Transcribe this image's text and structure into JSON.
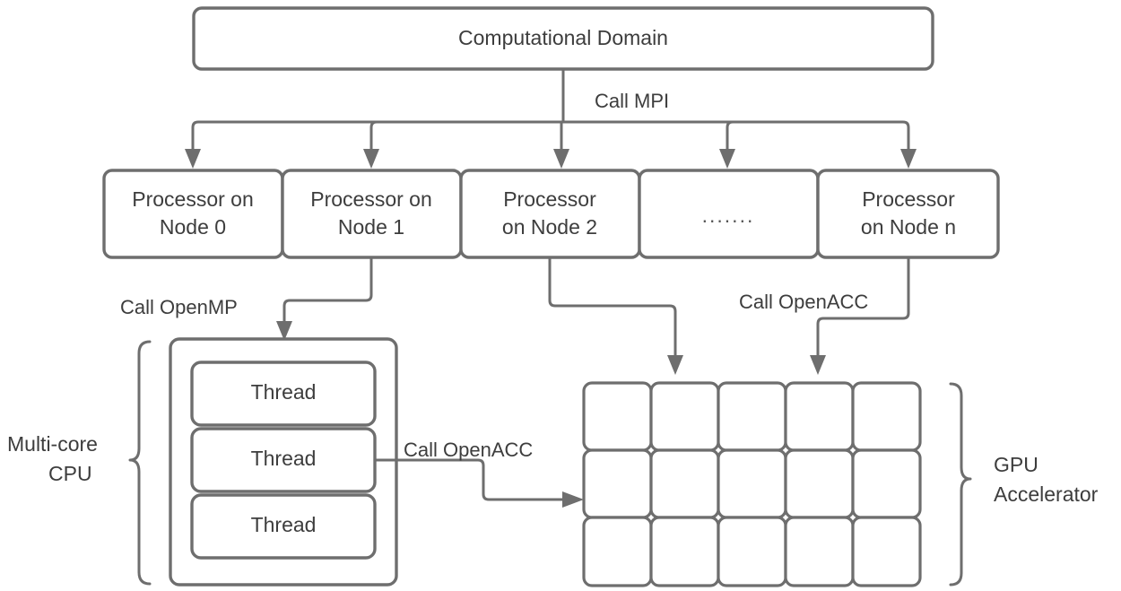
{
  "diagram": {
    "title_node": {
      "label": "Computational Domain"
    },
    "mpi_edge": {
      "label": "Call MPI"
    },
    "openmp_edge": {
      "label": "Call OpenMP"
    },
    "openacc_node_edge": {
      "label": "Call OpenACC"
    },
    "openacc_cpu_edge": {
      "label": "Call OpenACC"
    },
    "processors": [
      {
        "line1": "Processor on",
        "line2": "Node 0"
      },
      {
        "line1": "Processor on",
        "line2": "Node  1"
      },
      {
        "line1": "Processor",
        "line2": "on Node 2"
      },
      {
        "line1": "",
        "line2": "......."
      },
      {
        "line1": "Processor",
        "line2": "on Node n"
      }
    ],
    "cpu_group": {
      "line1": "Multi-core",
      "line2": "CPU"
    },
    "threads": [
      {
        "label": "Thread"
      },
      {
        "label": "Thread"
      },
      {
        "label": "Thread"
      }
    ],
    "gpu_group": {
      "line1": "GPU",
      "line2": "Accelerator"
    },
    "gpu_grid": {
      "columns": 5,
      "rows": 3
    },
    "colors": {
      "stroke": "#6e6e6e",
      "text": "#3d3d3d",
      "background": "#ffffff"
    }
  }
}
